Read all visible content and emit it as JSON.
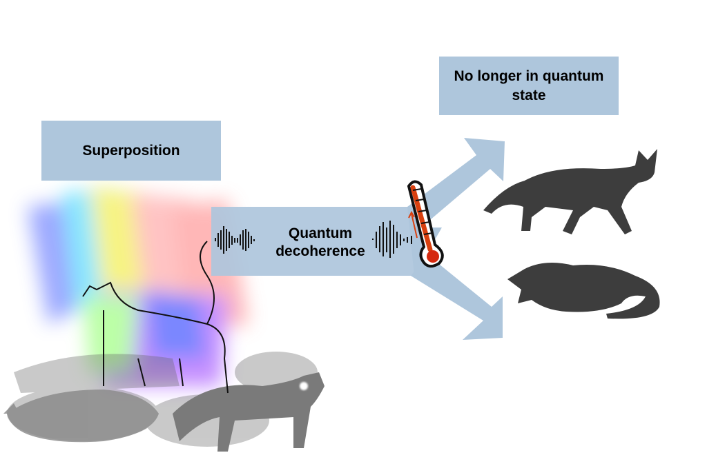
{
  "labels": {
    "superposition": "Superposition",
    "decoherence": "Quantum decoherence",
    "classical": "No longer in quantum state"
  },
  "icons": [
    "sound-wave-icon",
    "thermometer-icon",
    "arrow-up-icon",
    "cat-illustration"
  ],
  "colors": {
    "box": "#aec6dc",
    "thermometer": "#d9400f",
    "cat": "#3d3d3d"
  }
}
